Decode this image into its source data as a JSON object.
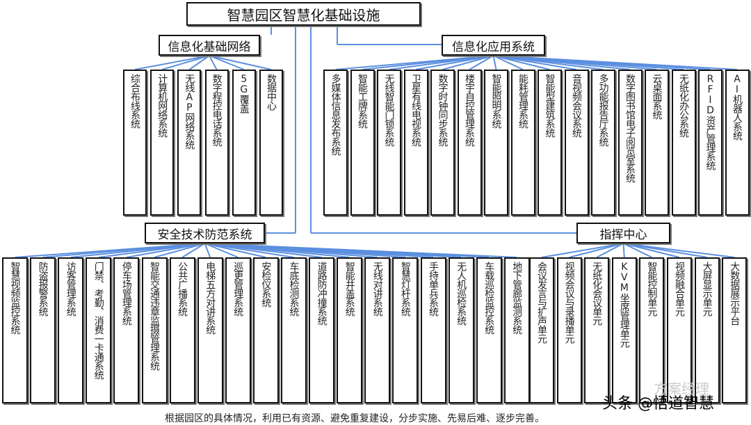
{
  "root": {
    "title": "智慧园区智慧化基础设施"
  },
  "groups": [
    {
      "id": "network",
      "title": "信息化基础网络",
      "items": [
        "综合布线系统",
        "计算机网络系统",
        "无线AP网络系统",
        "数字程控电话系统",
        "5G覆盖",
        "数据中心"
      ]
    },
    {
      "id": "application",
      "title": "信息化应用系统",
      "items": [
        "多媒体信息发布系统",
        "智能工牌系统",
        "无线智能门锁系统",
        "卫星有线电视系统",
        "数字时钟同步系统",
        "楼宇自控管理系统",
        "智能照明系统",
        "能耗管理系统",
        "智能型建筑系统",
        "音视频会议系统",
        "多功能报告厅系统",
        "数字图书馆电子阅览室系统",
        "云桌面系统",
        "无纸化办公系统",
        "RFID资产管理系统",
        "AI机器人系统"
      ]
    },
    {
      "id": "security",
      "title": "安全技术防范系统",
      "items": [
        "智慧视频监控系统",
        "防盗报警系统",
        "访客管理系统",
        "门禁、考勤、消费一卡通系统",
        "停车场管理系统",
        "智能交通违章监摄管理系统",
        "公共广播系统",
        "电梯五方对讲系统",
        "巡更管理系统",
        "安检仪系统",
        "车底检测系统",
        "道路防冲撞系统",
        "智能井盖系统",
        "无线对讲系统",
        "智慧灯杆系统",
        "手持单兵系统",
        "无人机巡检系统",
        "车载巡检监控系统",
        "地下管廊监测系统"
      ]
    },
    {
      "id": "command",
      "title": "指挥中心",
      "items": [
        "会议发言与扩声单元",
        "视频会议与录播单元",
        "无纸化会议单元",
        "KVM坐席管理单元",
        "智能控制单元",
        "视频融合单元",
        "大屏显示单元",
        "大数据展示平台"
      ]
    }
  ],
  "caption": "根据园区的具体情况，利用已有资源、避免重复建设，分步实施、先易后难、逐步完善。",
  "watermark": {
    "faint": "方案经理",
    "main": "头条 @悟道智慧"
  },
  "colors": {
    "connector": "#5b8fe0",
    "border": "#111111"
  }
}
